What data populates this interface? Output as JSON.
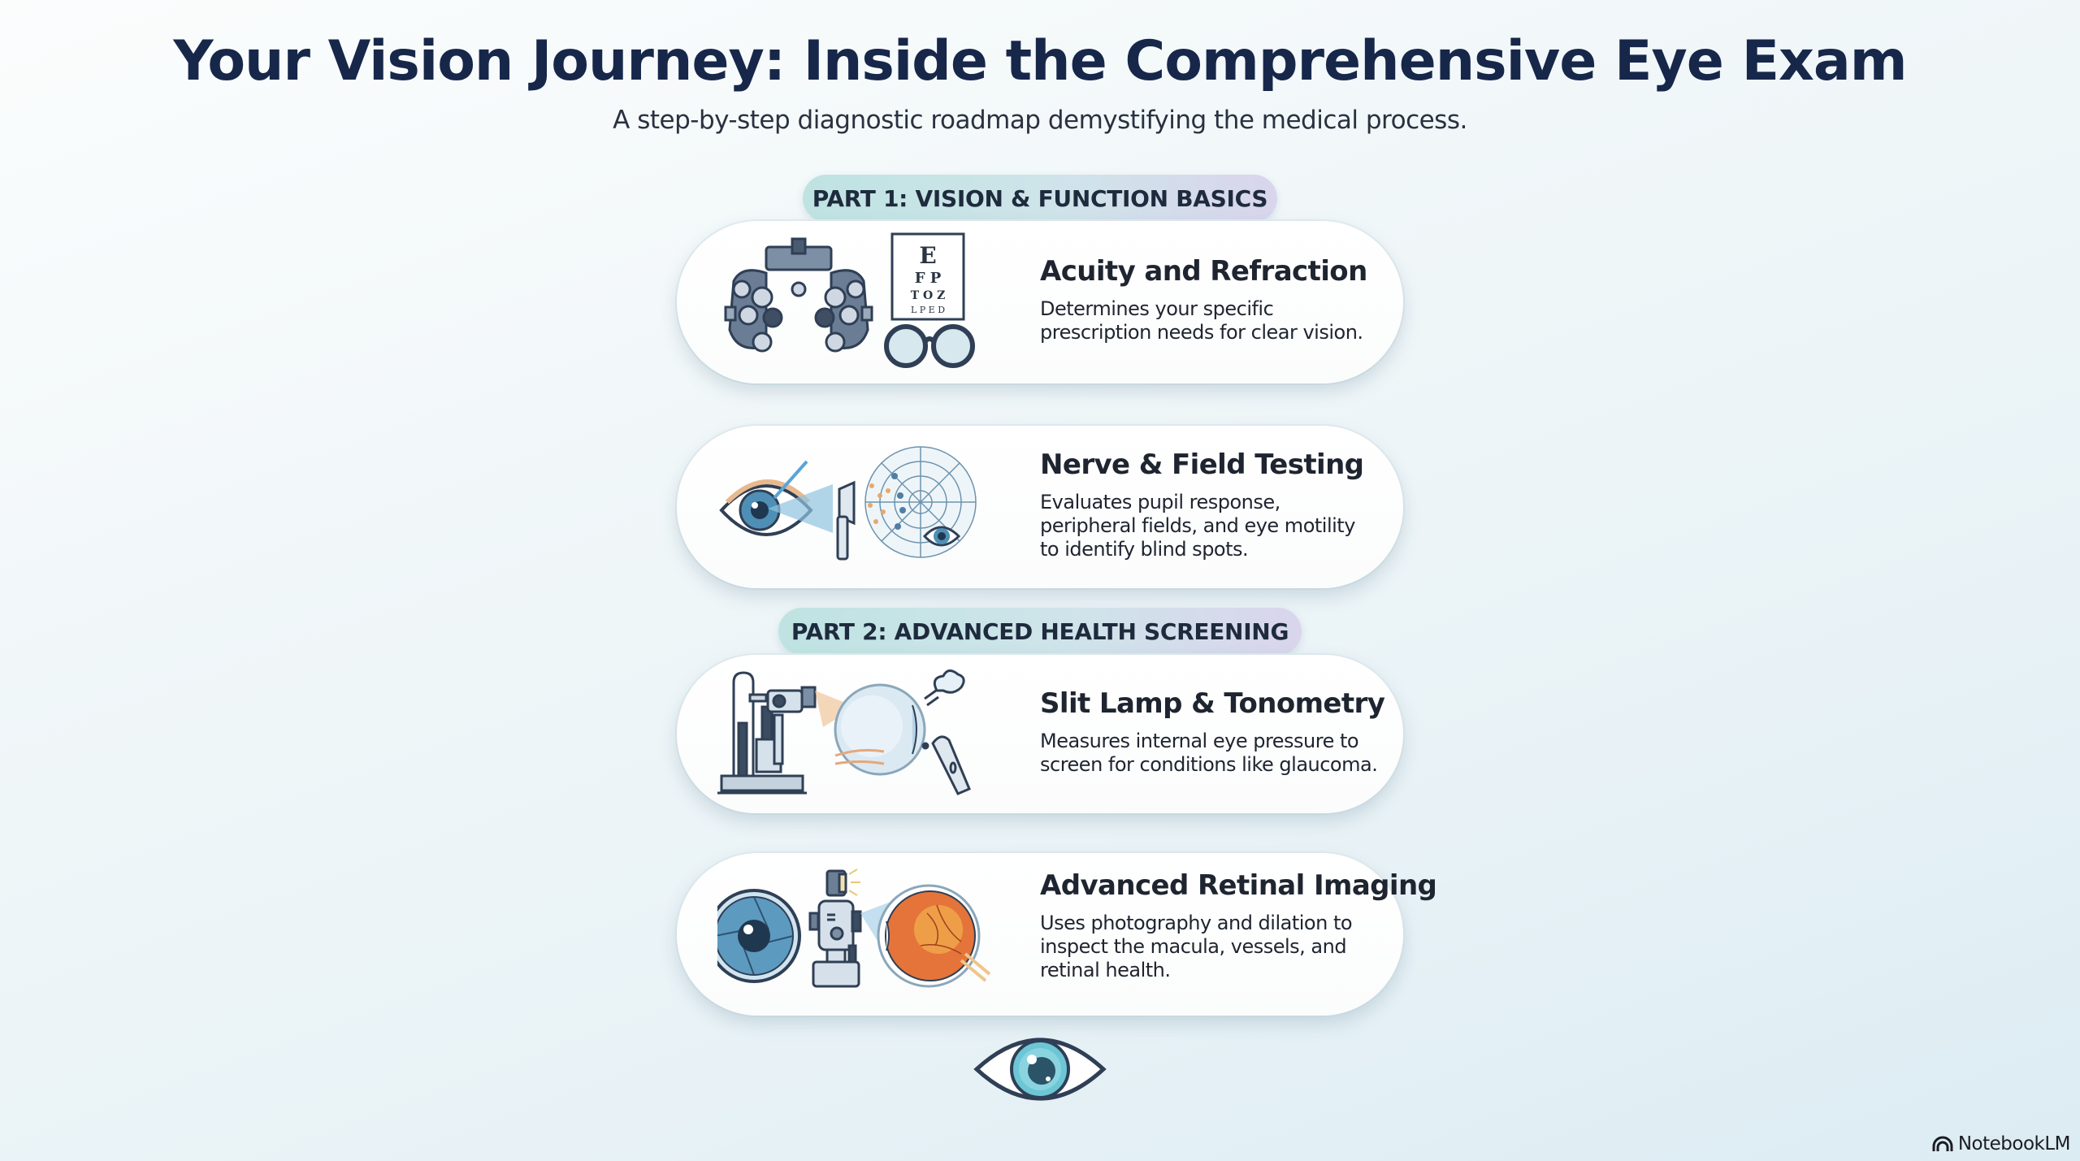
{
  "header": {
    "title": "Your Vision Journey: Inside the Comprehensive Eye Exam",
    "subtitle": "A step-by-step diagnostic roadmap demystifying the medical process."
  },
  "sections": [
    {
      "label": "PART 1: VISION & FUNCTION BASICS",
      "steps": [
        {
          "title": "Acuity and Refraction",
          "description": "Determines your specific prescription needs for clear vision.",
          "icons": [
            "phoropter-icon",
            "eye-chart-icon",
            "eyeglasses-icon"
          ],
          "eye_chart_rows": [
            "E",
            "F P",
            "T O Z",
            "L P E D"
          ]
        },
        {
          "title": "Nerve & Field Testing",
          "description": "Evaluates pupil response, peripheral fields, and eye motility to identify blind spots.",
          "icons": [
            "eye-with-penlight-icon",
            "penlight-icon",
            "visual-field-grid-icon",
            "small-eye-icon"
          ]
        }
      ]
    },
    {
      "label": "PART 2: ADVANCED HEALTH SCREENING",
      "steps": [
        {
          "title": "Slit Lamp & Tonometry",
          "description": "Measures internal eye pressure to screen for conditions like glaucoma.",
          "icons": [
            "slit-lamp-icon",
            "eyeball-cross-section-icon",
            "air-puff-tonometer-icon"
          ]
        },
        {
          "title": "Advanced Retinal Imaging",
          "description": "Uses photography and dilation to inspect the macula, vessels, and retinal health.",
          "icons": [
            "camera-lens-icon",
            "fundus-camera-icon",
            "retina-eyeball-icon"
          ]
        }
      ]
    }
  ],
  "footer": {
    "decoration": "eye-icon",
    "brand": "NotebookLM"
  },
  "colors": {
    "title": "#17274a",
    "pill_start": "#bfe3e2",
    "pill_end": "#d9d5ec",
    "icon_stroke": "#2f3f55",
    "icon_blue": "#4f8fb5",
    "retina_orange": "#e5743a"
  }
}
